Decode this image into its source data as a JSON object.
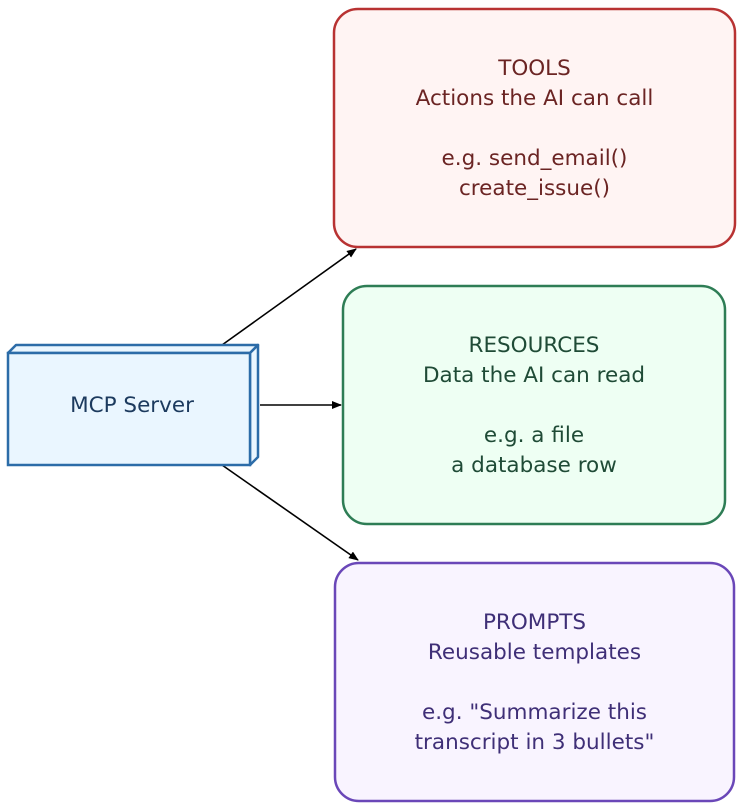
{
  "server": {
    "label": "MCP Server",
    "fill": "#eaf6ff",
    "stroke": "#2c6ca8",
    "text_color": "#1c3a5e"
  },
  "nodes": [
    {
      "id": "tools",
      "lines": [
        "TOOLS",
        "Actions the AI can call",
        "",
        "e.g. send_email()",
        "create_issue()"
      ],
      "fill": "#fff4f3",
      "stroke": "#b83232",
      "text_color": "#6b2423"
    },
    {
      "id": "resources",
      "lines": [
        "RESOURCES",
        "Data the AI can read",
        "",
        "e.g. a file",
        "a database row"
      ],
      "fill": "#eefff3",
      "stroke": "#2e7d55",
      "text_color": "#1f4b36"
    },
    {
      "id": "prompts",
      "lines": [
        "PROMPTS",
        "Reusable templates",
        "",
        "e.g. \"Summarize this",
        "transcript in 3 bullets\""
      ],
      "fill": "#f9f4ff",
      "stroke": "#6a47b8",
      "text_color": "#3f2f77"
    }
  ],
  "edges": [
    {
      "from": "server",
      "to": "tools"
    },
    {
      "from": "server",
      "to": "resources"
    },
    {
      "from": "server",
      "to": "prompts"
    }
  ]
}
